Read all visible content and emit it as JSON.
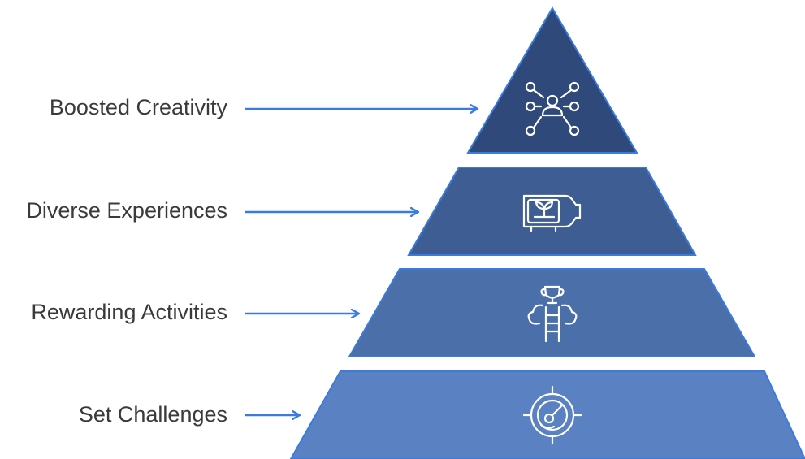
{
  "pyramid": {
    "levels": [
      {
        "label": "Boosted Creativity",
        "icon": "creativity-network-icon",
        "fill": "#2f4a7a"
      },
      {
        "label": "Diverse Experiences",
        "icon": "bottle-sprout-icon",
        "fill": "#3e5d93"
      },
      {
        "label": "Rewarding Activities",
        "icon": "trophy-ladder-icon",
        "fill": "#4a6fa9"
      },
      {
        "label": "Set Challenges",
        "icon": "target-gauge-icon",
        "fill": "#5a81c2"
      }
    ],
    "arrow_color": "#3b7be0",
    "border_color": "#3b7be0",
    "icon_color": "#ffffff"
  }
}
